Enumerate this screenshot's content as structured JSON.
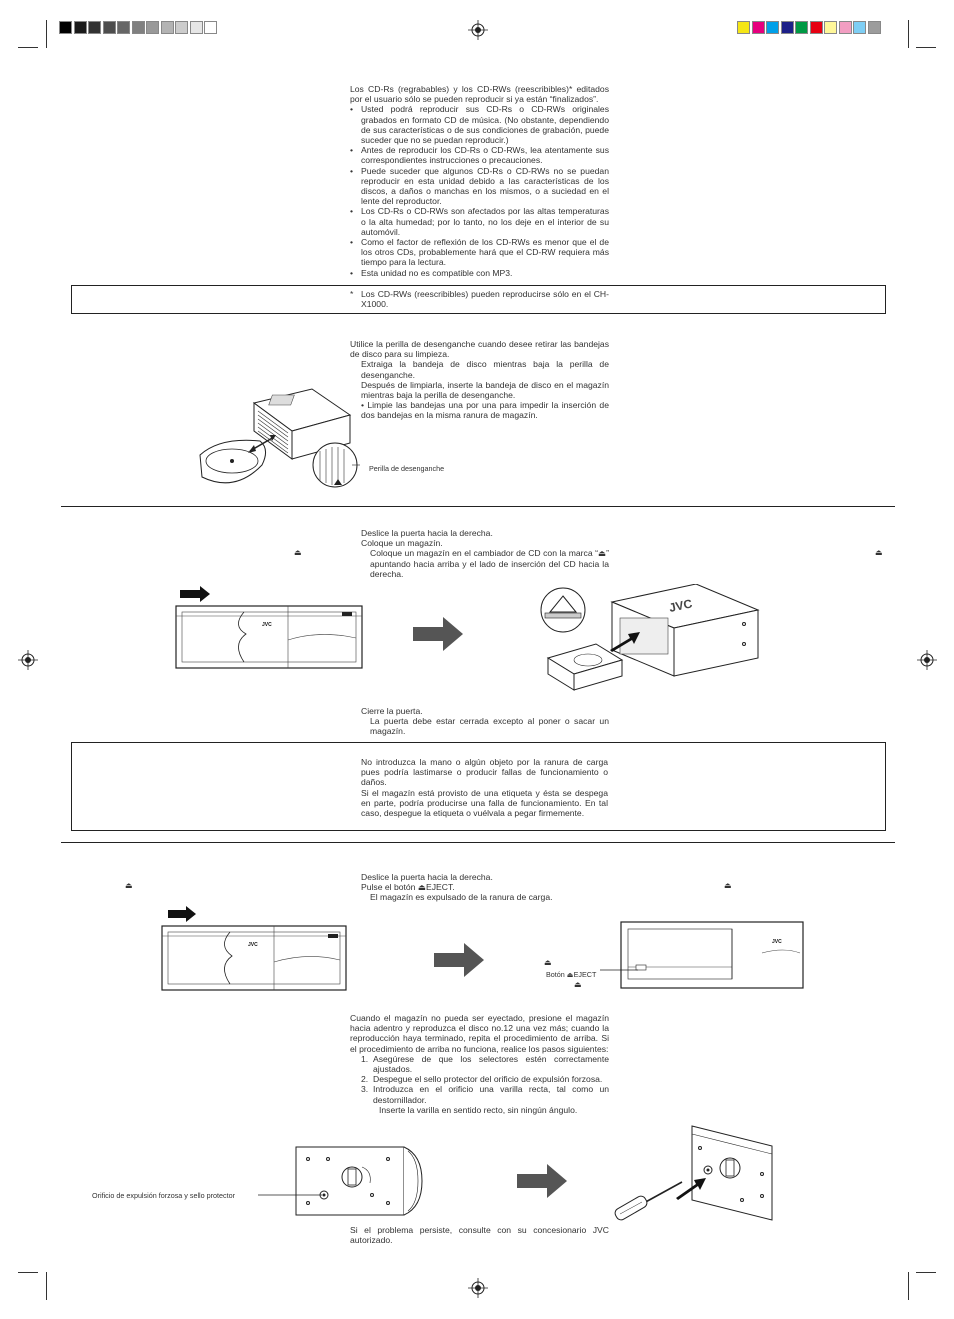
{
  "print_marks": {
    "gray_bar": [
      "#000000",
      "#1a1a1a",
      "#333333",
      "#4d4d4d",
      "#666666",
      "#808080",
      "#999999",
      "#b3b3b3",
      "#cccccc",
      "#e6e6e6",
      "#ffffff"
    ],
    "color_bar": [
      "#f5e616",
      "#e6007e",
      "#00a0e9",
      "#1d2088",
      "#009944",
      "#e60012",
      "#fff799",
      "#f29ec2",
      "#7ecef4",
      "#9c9c9c"
    ]
  },
  "cdr_section": {
    "intro": "Los CD-Rs (regrabables) y los CD-RWs (reescribibles)* editados por el usuario sólo se pueden reproducir si ya están “finalizados”.",
    "bullets": [
      "Usted podrá reproducir sus CD-Rs o CD-RWs originales grabados en formato CD de música. (No obstante, dependiendo de sus características o de sus condiciones de grabación, puede suceder que no se puedan reproducir.)",
      "Antes de reproducir los CD-Rs o CD-RWs, lea atentamente sus correspondientes instrucciones o precauciones.",
      "Puede suceder que algunos CD-Rs o CD-RWs no se puedan reproducir en esta unidad debido a las características de los discos, a daños o manchas en los mismos, o a suciedad en el lente del reproductor.",
      "Los CD-Rs o CD-RWs son afectados por las altas temperaturas o la alta humedad; por lo tanto, no los deje en el interior de su automóvil.",
      "Como el factor de reflexión de los CD-RWs es menor que el de los otros CDs, probablemente hará que el CD-RW requiera más tiempo para la lectura.",
      "Esta unidad no es compatible con MP3."
    ],
    "bullet_char": "•",
    "footnote_mark": "*",
    "footnote": "Los CD-RWs (reescribibles) pueden reproducirse sólo en el CH-X1000."
  },
  "release_section": {
    "intro": "Utilice la perilla de desenganche cuando desee retirar las bandejas de disco para su limpieza.",
    "step1": "Extraiga la bandeja de disco mientras baja la perilla de desenganche.",
    "step2": "Después de limpiarla, inserte la bandeja de disco en el magazín mientras baja la perilla de desenganche.",
    "note": "• Limpie las bandejas una por una para impedir la inserción de dos bandejas en la misma ranura de magazín.",
    "knob_label": "Perilla de desenganche"
  },
  "insert_section": {
    "step1": "Deslice la puerta hacia la derecha.",
    "step2": "Coloque un magazín.",
    "step2_detail": "Coloque un magazín en el cambiador de CD con la marca “⏏” apuntando hacia arriba y el lado de inserción del CD hacia la derecha.",
    "step3": "Cierre la puerta.",
    "step3_detail": "La puerta debe estar cerrada excepto al poner o sacar un magazín.",
    "caution1": "No introduzca la mano o algún objeto por la ranura de carga pues podría lastimarse o producir fallas de funcionamiento o daños.",
    "caution2": "Si el magazín está provisto de una etiqueta y ésta se despega en parte, podría producirse una falla de funcionamiento. En tal caso, despegue la etiqueta o vuélvala a pegar firmemente.",
    "mark_symbol": "⏏",
    "brand": "JVC"
  },
  "eject_section": {
    "step1": "Deslice la puerta hacia la derecha.",
    "step2": "Pulse el botón ⏏EJECT.",
    "step2_detail": "El magazín es expulsado de la ranura de carga.",
    "button_label": "Botón ⏏EJECT",
    "mark_symbol": "⏏",
    "brand": "JVC",
    "trouble_intro": "Cuando el magazín no pueda ser eyectado, presione el magazín hacia adentro y reproduzca el disco no.12 una vez más; cuando la reproducción haya terminado, repita el procedimiento de arriba. Si el procedimiento de arriba no funciona, realice los pasos siguientes:",
    "steps": [
      {
        "num": "1.",
        "text": "Asegúrese de que los selectores estén correctamente ajustados."
      },
      {
        "num": "2.",
        "text": "Despegue el sello protector del orificio de expulsión forzosa."
      },
      {
        "num": "3.",
        "text": "Introduzca en el orificio una varilla recta, tal como un destornillador."
      }
    ],
    "step3_detail": "Inserte la varilla en sentido recto, sin ningún ángulo.",
    "hole_label": "Orificio de expulsión forzosa y sello protector",
    "final": "Si el problema persiste, consulte con su concesionario JVC autorizado."
  }
}
